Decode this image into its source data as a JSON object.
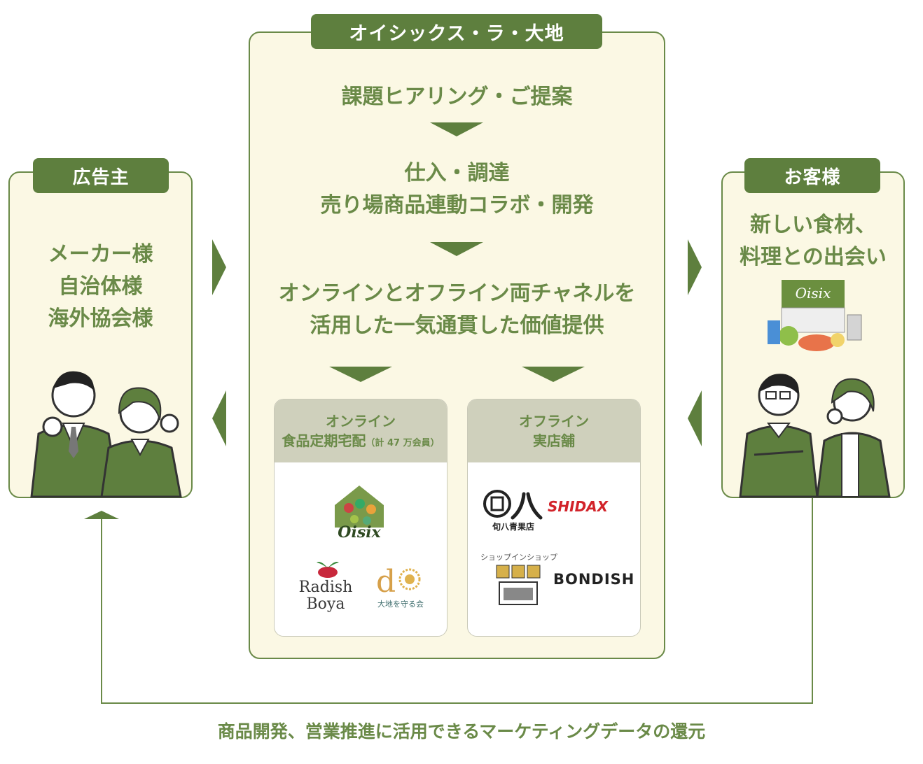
{
  "advertiser": {
    "tag": "広告主",
    "lines": [
      "メーカー様",
      "自治体様",
      "海外協会様"
    ]
  },
  "center": {
    "tag": "オイシックス・ラ・大地",
    "step1": "課題ヒアリング・ご提案",
    "step2_line1": "仕入・調達",
    "step2_line2": "売り場商品連動コラボ・開発",
    "step3_line1": "オンラインとオフライン両チャネルを",
    "step3_line2": "活用した一気通貫した価値提供",
    "online": {
      "title": "オンライン",
      "subtitle": "食品定期宅配",
      "note": "（計 47 万会員）",
      "brands": [
        "Oisix",
        "Radish Boya",
        "大地を守る会"
      ]
    },
    "offline": {
      "title": "オフライン",
      "subtitle": "実店舗",
      "brands": [
        "旬八青果店",
        "SHIDAX",
        "ショップインショップ",
        "BONDISH"
      ]
    }
  },
  "customer": {
    "tag": "お客様",
    "line1": "新しい食材、",
    "line2": "料理との出会い",
    "box_brand": "Oisix"
  },
  "footer": "商品開発、営業推進に活用できるマーケティングデータの還元",
  "colors": {
    "accent": "#5e7f3e",
    "panel_bg": "#fbf8e4",
    "card_head": "#cfd0bc",
    "shidax_red": "#d2232a"
  }
}
